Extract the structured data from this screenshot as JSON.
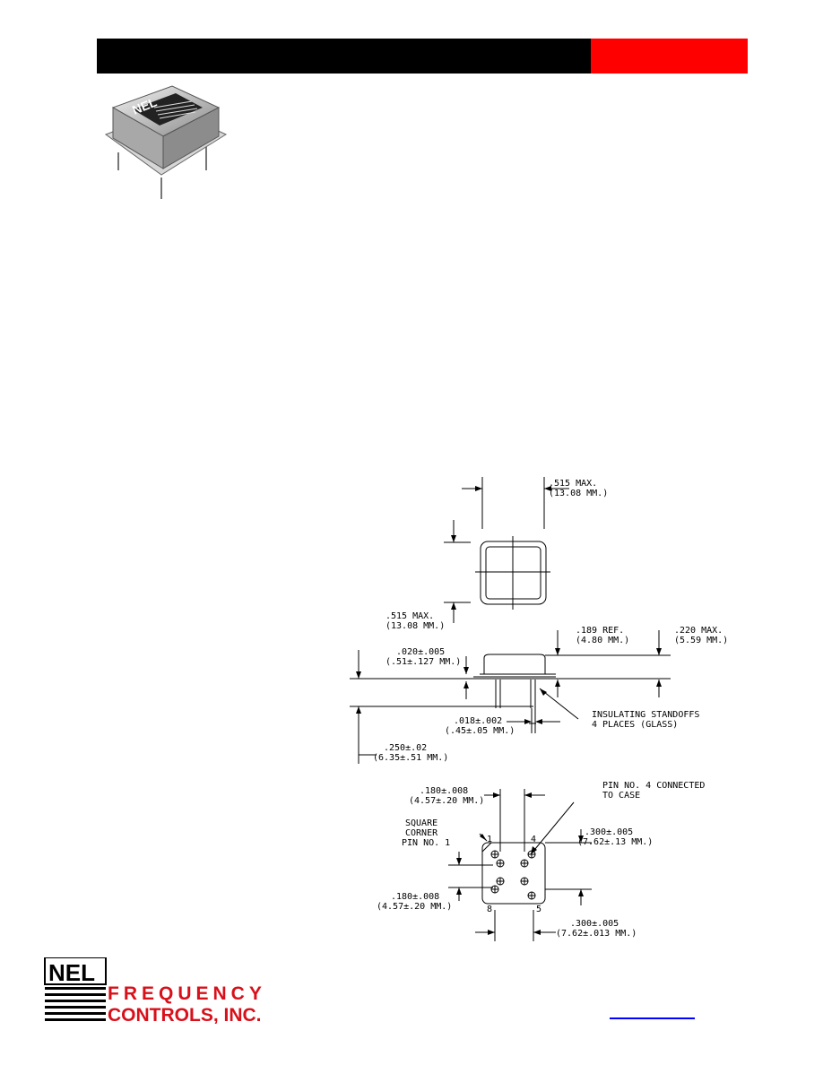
{
  "header": {
    "black_color": "#000000",
    "red_color": "#ff0000"
  },
  "product_photo": {
    "logo_text": "NEL"
  },
  "drawing": {
    "top_view": {
      "width_dim": ".515 MAX.",
      "width_dim_mm": "(13.08 MM.)",
      "height_dim": ".515 MAX.",
      "height_dim_mm": "(13.08 MM.)"
    },
    "side_view": {
      "ref_dim": ".189 REF.",
      "ref_dim_mm": "(4.80 MM.)",
      "max_dim": ".220 MAX.",
      "max_dim_mm": "(5.59 MM.)",
      "standoff_dim": ".020±.005",
      "standoff_dim_mm": "(.51±.127 MM.)",
      "pin_dia": ".018±.002",
      "pin_dia_mm": "(.45±.05 MM.)",
      "pin_len": ".250±.02",
      "pin_len_mm": "(6.35±.51 MM.)",
      "standoff_note_1": "INSULATING STANDOFFS",
      "standoff_note_2": "4 PLACES (GLASS)"
    },
    "bottom_view": {
      "top_spacing": ".180±.008",
      "top_spacing_mm": "(4.57±.20 MM.)",
      "pin4_note_1": "PIN NO. 4 CONNECTED",
      "pin4_note_2": "TO CASE",
      "corner_note_1": "SQUARE",
      "corner_note_2": "CORNER",
      "corner_note_3": "PIN NO. 1",
      "right_spacing": ".300±.005",
      "right_spacing_mm": "(7.62±.13 MM.)",
      "left_spacing": ".180±.008",
      "left_spacing_mm": "(4.57±.20 MM.)",
      "bottom_spacing": ".300±.005",
      "bottom_spacing_mm": "(7.62±.013 MM.)",
      "pin_labels": [
        "1",
        "4",
        "8",
        "5"
      ]
    }
  },
  "logo": {
    "nel": "NEL",
    "line1": "FREQUENCY",
    "line2": "CONTROLS, INC."
  }
}
